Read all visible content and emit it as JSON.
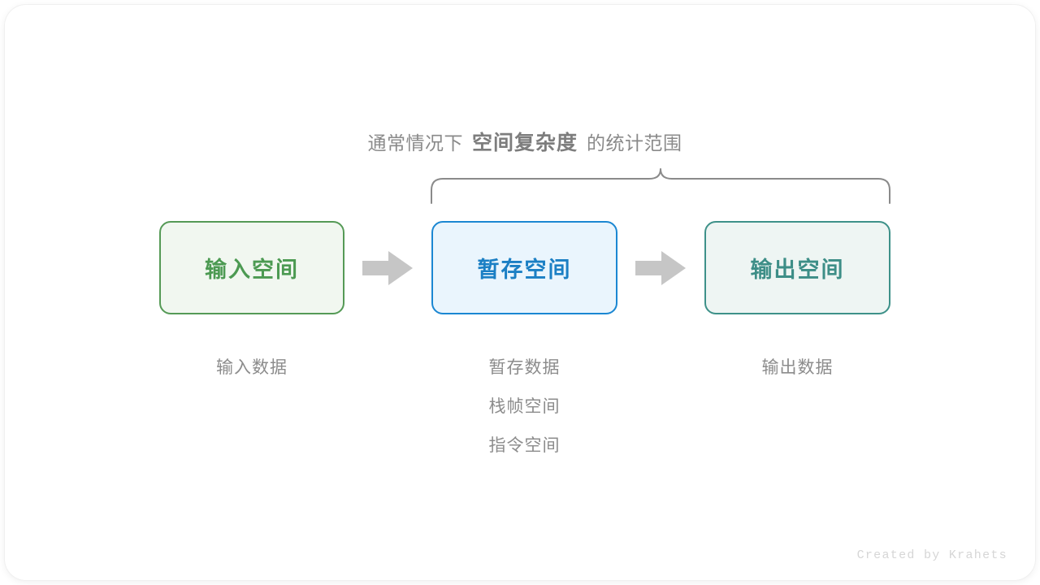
{
  "caption": {
    "prefix": "通常情况下",
    "emphasis": "空间复杂度",
    "suffix": "的统计范围"
  },
  "boxes": [
    {
      "name": "input-space",
      "label": "输入空间",
      "border_color": "#559a56",
      "fill_color": "#f1f7f0",
      "text_color": "#4c9a52",
      "captions": [
        "输入数据"
      ]
    },
    {
      "name": "temp-space",
      "label": "暂存空间",
      "border_color": "#1b87d2",
      "fill_color": "#eaf5fd",
      "text_color": "#1b7fc4",
      "captions": [
        "暂存数据",
        "栈帧空间",
        "指令空间"
      ]
    },
    {
      "name": "output-space",
      "label": "输出空间",
      "border_color": "#3e9189",
      "fill_color": "#eef5f3",
      "text_color": "#3d8e87",
      "captions": [
        "输出数据"
      ]
    }
  ],
  "arrows": [
    {
      "name": "arrow-input-to-temp",
      "color": "#c6c6c6"
    },
    {
      "name": "arrow-temp-to-output",
      "color": "#c6c6c6"
    }
  ],
  "brace": {
    "color": "#8a8a8a",
    "covers": [
      "暂存空间",
      "输出空间"
    ]
  },
  "watermark": "Created by Krahets"
}
